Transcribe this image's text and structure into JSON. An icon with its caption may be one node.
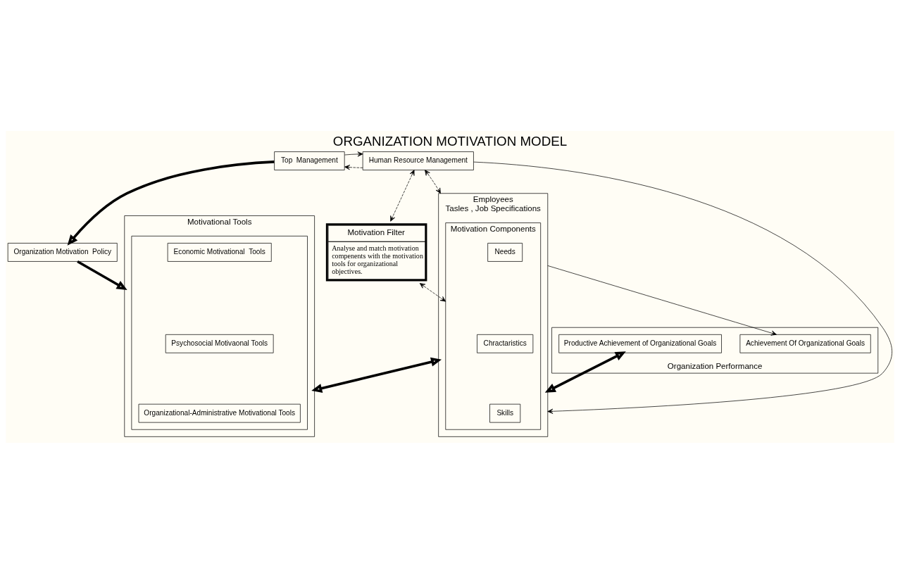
{
  "diagram": {
    "title": "ORGANIZATION MOTIVATION MODEL",
    "nodes": [
      {
        "text": [
          "Top  Management"
        ]
      },
      {
        "text": [
          "Human Resource Management"
        ]
      },
      {
        "text": [
          "Organization Motivation  Policy"
        ]
      },
      {
        "text": [
          "Motivation Filter",
          "Analyse and match motivation compenents with the motivation tools for organizational objectives."
        ]
      },
      {
        "text": [
          "Motivational Tools"
        ]
      },
      {
        "text": [],
        "shape": "box",
        "in": 4
      },
      {
        "text": [
          "Economic Motivational  Tools"
        ],
        "in": 5
      },
      {
        "text": [
          "Psychosocial Motivaonal Tools"
        ],
        "in": 5
      },
      {
        "text": [
          "Organizational-Administrative Motivational Tools"
        ],
        "in": 5
      },
      {
        "text": [
          "Employees",
          "Tasles , Job Specifications"
        ]
      },
      {
        "text": [
          "Motivation Components"
        ],
        "in": 9
      },
      {
        "text": [
          "Needs"
        ],
        "in": 10
      },
      {
        "text": [
          "Chractaristics"
        ],
        "in": 10
      },
      {
        "text": [
          "Skills"
        ],
        "in": 10
      },
      {
        "text": [
          "Organization Performance"
        ]
      },
      {
        "text": [
          "Achievement Of Organizational Goals"
        ],
        "in": 14
      },
      {
        "text": [
          "Productive Achievement of Organizational Goals"
        ],
        "in": 14
      }
    ],
    "edges": [
      {
        "from": 1,
        "to": 0,
        "arrow": "to",
        "style": "dashed"
      },
      {
        "from": 0,
        "to": 1,
        "arrow": "to"
      },
      {
        "from": 0,
        "to": 2,
        "arrow": "to",
        "style": "thick"
      },
      {
        "from": 2,
        "to": 4,
        "arrow": "to",
        "style": "thick"
      },
      {
        "from": 1,
        "to": 3,
        "arrow": "both",
        "style": "dashed"
      },
      {
        "from": 1,
        "to": 9,
        "arrow": "both",
        "style": "dashed"
      },
      {
        "from": 1,
        "to": 9,
        "arrow": "to"
      },
      {
        "from": 9,
        "to": 15,
        "arrow": "to"
      },
      {
        "from": 4,
        "to": 9,
        "arrow": "both",
        "style": "thick"
      },
      {
        "from": 9,
        "to": 16,
        "arrow": "both",
        "style": "thick"
      },
      {
        "from": 3,
        "to": 10,
        "arrow": "both",
        "style": "dashed"
      }
    ]
  }
}
